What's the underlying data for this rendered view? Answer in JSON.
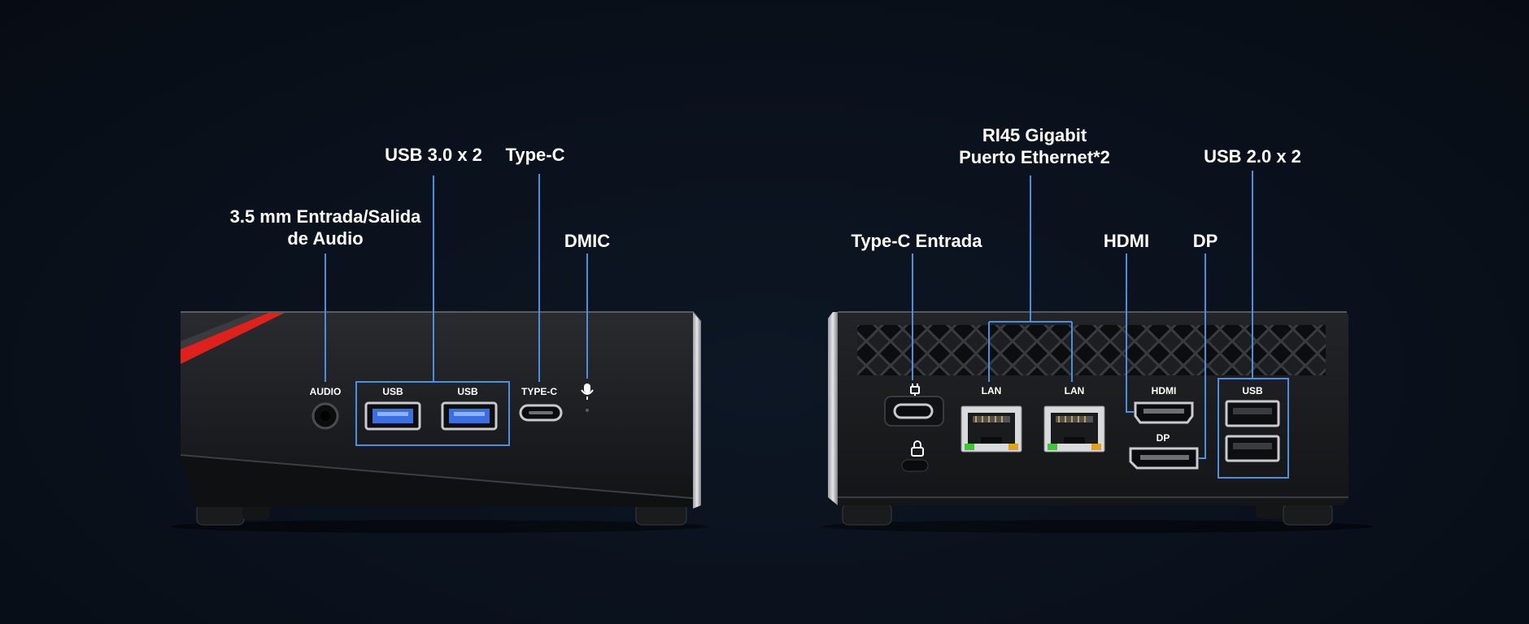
{
  "colors": {
    "background": "#0a111c",
    "callout_line": "#4a8fe0",
    "device_body": "#1b1c1f",
    "usb3_blue": "#3b6fe0",
    "accent_red": "#e0201a"
  },
  "front": {
    "callouts": {
      "audio": [
        "3.5 mm Entrada/Salida",
        "de Audio"
      ],
      "usb3": "USB 3.0 x 2",
      "typec": "Type-C",
      "dmic": "DMIC"
    },
    "port_labels": {
      "audio": "AUDIO",
      "usb_1": "USB",
      "usb_2": "USB",
      "typec": "TYPE-C"
    }
  },
  "rear": {
    "callouts": {
      "typec_in": "Type-C Entrada",
      "rj45": [
        "RI45 Gigabit",
        "Puerto Ethernet*2"
      ],
      "hdmi": "HDMI",
      "dp": "DP",
      "usb2": "USB 2.0 x 2"
    },
    "port_labels": {
      "lan_1": "LAN",
      "lan_2": "LAN",
      "hdmi": "HDMI",
      "dp": "DP",
      "usb": "USB"
    }
  }
}
